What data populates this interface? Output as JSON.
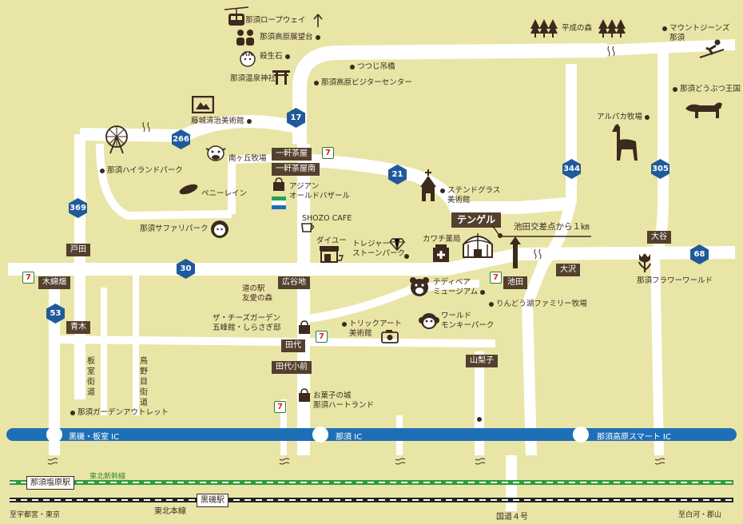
{
  "colors": {
    "background": "#E9E5A7",
    "road": "#FFFFFF",
    "expressway": "#1F6FB7",
    "route_badge": "#1F5A9B",
    "brown": "#54402E",
    "text": "#3B2A1E",
    "shinkansen": "#2E9B3A"
  },
  "expressway": {
    "ics": [
      "黒磯・板室 IC",
      "那須 IC",
      "那須高原スマート IC"
    ]
  },
  "routes": [
    "17",
    "266",
    "369",
    "53",
    "30",
    "21",
    "344",
    "305",
    "68"
  ],
  "intersections": [
    "一軒茶屋",
    "一軒茶屋南",
    "戸田",
    "木綿畑",
    "青木",
    "広谷地",
    "田代",
    "田代小前",
    "山梨子",
    "池田",
    "大沢",
    "大谷"
  ],
  "pois": {
    "ropeway": "那須ロープウェイ",
    "observatory": "那須高原展望台",
    "sesshoseki": "殺生石",
    "onsen_shrine": "那須温泉神社",
    "tsutsuji": "つつじ吊橋",
    "visitor_center": "那須高原ビジターセンター",
    "heisei_forest": "平成の森",
    "mountjeans": "マウントジーンズ\n那須",
    "animal_kingdom": "那須どうぶつ王国",
    "fujishiro_museum": "藤城清治美術館",
    "alpaca": "アルパカ牧場",
    "minamigaoka": "南ヶ丘牧場",
    "highland": "那須ハイランドパーク",
    "penny_lane": "ペニーレイン",
    "asian_bazaar": "アジアン\nオールドバザール",
    "shozo": "SHOZO CAFE",
    "stained_glass": "ステンドグラス\n美術館",
    "safari": "那須サファリパーク",
    "daiyu": "ダイユー",
    "treasure": "トレジャー\nストーンパーク",
    "kawachi": "カワチ薬局",
    "flower_world": "那須フラワーワールド",
    "michinoeki": "道の駅\n友愛の森",
    "teddy": "テディベア\nミュージアム",
    "rindoko": "りんどう湖ファミリー牧場",
    "cheese_garden": "ザ・チーズガーデン\n五峰館・しらさぎ邸",
    "trick_art": "トリックアート\n美術館",
    "monkey": "ワールド\nモンキーパーク",
    "okashi": "お菓子の城\n那須ハートランド",
    "garden_outlet": "那須ガーデンアウトレット"
  },
  "streets": {
    "itamuro": "板室街道",
    "torinome": "鳥野目街道"
  },
  "destination": {
    "name": "テンゲル",
    "note": "池田交差点から１㎞"
  },
  "rail": {
    "shinkansen": "東北新幹線",
    "main_line": "東北本線",
    "stations": [
      "那須塩原駅",
      "黒磯駅"
    ],
    "route4": "国道４号"
  },
  "directions": {
    "left": "至宇都宮・東京",
    "right": "至白河・郡山"
  },
  "convenience_store": "7"
}
